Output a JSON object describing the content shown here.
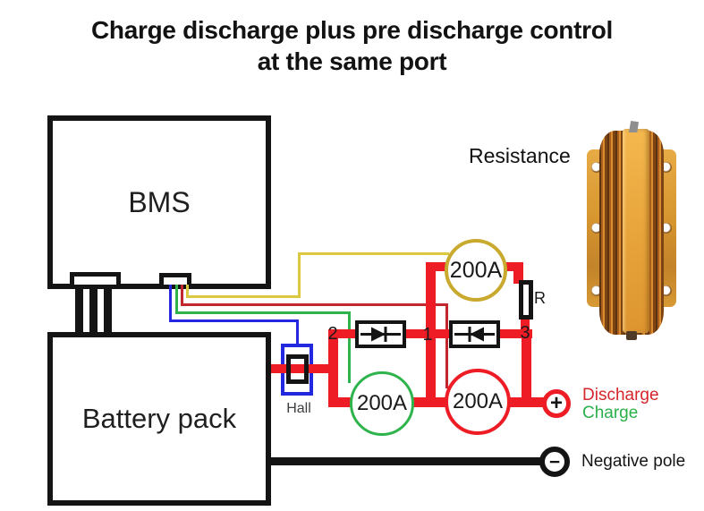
{
  "title": {
    "line1": "Charge discharge plus pre discharge control",
    "line2": "at the same port"
  },
  "bms": {
    "label": "BMS"
  },
  "battery": {
    "label": "Battery pack"
  },
  "hall": {
    "label": "Hall"
  },
  "contactors": {
    "pre": {
      "label": "200A"
    },
    "charge": {
      "label": "200A"
    },
    "discharge": {
      "label": "200A"
    }
  },
  "junctions": {
    "j1": "1",
    "j2": "2",
    "j3": "3"
  },
  "resistor": {
    "label": "R",
    "caption": "Resistance"
  },
  "terminals": {
    "positive": {
      "symbol": "+",
      "discharge_label": "Discharge",
      "charge_label": "Charge"
    },
    "negative": {
      "symbol": "−",
      "label": "Negative pole"
    }
  },
  "colors": {
    "wire-red": "#ee1c25",
    "wire-red-thin": "#c1272d",
    "wire-green": "#2fb44d",
    "wire-blue": "#2328e0",
    "wire-yellow": "#dcc83f",
    "ring-gold": "#c9a92e",
    "text-red": "#d6252b",
    "text-green": "#2ab04a"
  }
}
